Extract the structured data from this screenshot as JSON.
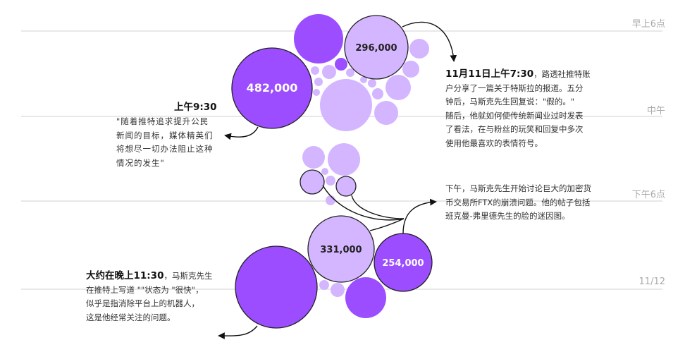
{
  "time_labels": [
    "早上6点",
    "中午",
    "下午6点",
    "11/12"
  ],
  "colors": {
    "dark": "#9b4dff",
    "light": "#d4b5ff",
    "grid": "#d9d9d9"
  },
  "chart_data": {
    "type": "bubble",
    "labeled_bubbles": [
      {
        "label": "482,000",
        "value": 482000,
        "color": "dark"
      },
      {
        "label": "296,000",
        "value": 296000,
        "color": "light"
      },
      {
        "label": "331,000",
        "value": 331000,
        "color": "light"
      },
      {
        "label": "254,000",
        "value": 254000,
        "color": "dark"
      }
    ]
  },
  "notes": {
    "morning": {
      "title": "11月11日上午7:30",
      "first": "，路透社推特账",
      "lines": [
        "户分享了一篇关于特斯拉的报道。五分",
        "钟后，马斯克先生回复说：\"假的。\"",
        "随后，他就如何使传统新闻业过时发表",
        "了看法，在与粉丝的玩笑和回复中多次",
        "使用他最喜欢的表情符号。"
      ]
    },
    "nine_thirty": {
      "title": "上午9:30",
      "lines": [
        "\"随着推特追求提升公民",
        "新闻的目标，媒体精英们",
        "将想尽一切办法阻止这种",
        "情况的发生\""
      ]
    },
    "afternoon": {
      "lines": [
        "下午，马斯克先生开始讨论巨大的加密货",
        "币交易所FTX的崩溃问题。他的帖子包括",
        "班克曼-弗里德先生的脸的迷因图。"
      ]
    },
    "night": {
      "title": "大约在晚上11:30",
      "first": "，马斯克先生",
      "lines": [
        "在推特上写道 \"\"状态为 \"很快\"，",
        "似乎是指消除平台上的机器人，",
        "这是他经常关注的问题。"
      ]
    }
  }
}
